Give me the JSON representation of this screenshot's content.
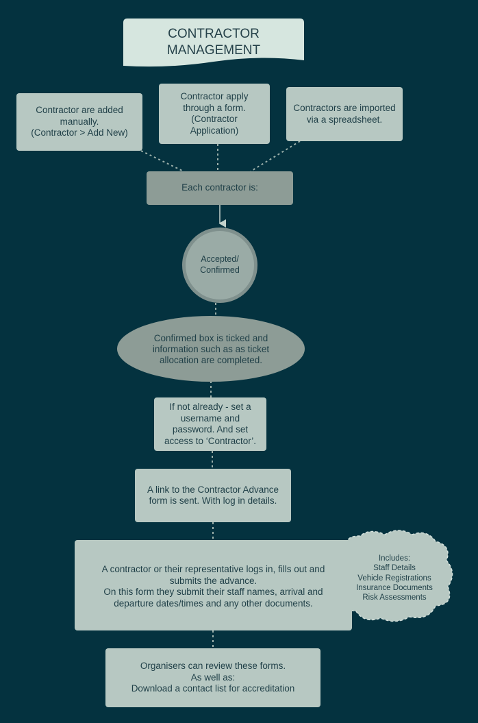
{
  "title": "CONTRACTOR\nMANAGEMENT",
  "sources": [
    {
      "text": "Contractor are added\nmanually.\n(Contractor > Add New)"
    },
    {
      "text": "Contractor apply\nthrough a form.\n(Contractor\nApplication)"
    },
    {
      "text": "Contractors are imported\nvia a spreadsheet."
    }
  ],
  "each_contractor": "Each contractor is:",
  "status": "Accepted/\nConfirmed",
  "confirmed_box": "Confirmed box is ticked and\ninformation such as as ticket\nallocation are completed.",
  "set_username": "If not already - set a\nusername and\npassword. And set\naccess to ‘Contractor’.",
  "link_sent": "A link to the Contractor Advance\nform is sent. With log in details.",
  "submit_advance": "A contractor or their representative logs in, fills out and\nsubmits the advance.\nOn this form they submit their staff names, arrival and\ndeparture dates/times and any other documents.",
  "includes": "Includes:\nStaff Details\nVehicle Registrations\nInsurance Documents\nRisk Assessments",
  "review": "Organisers can review these forms.\nAs well as:\nDownload a contact list for accreditation",
  "colors": {
    "background": "#04323f",
    "box": "#b7c8c2",
    "box_dark": "#8d9c96",
    "circle_outer": "#7f908d",
    "circle_inner": "#9aaba6",
    "title_banner": "#d6e6df",
    "connector": "#9db1ab"
  }
}
